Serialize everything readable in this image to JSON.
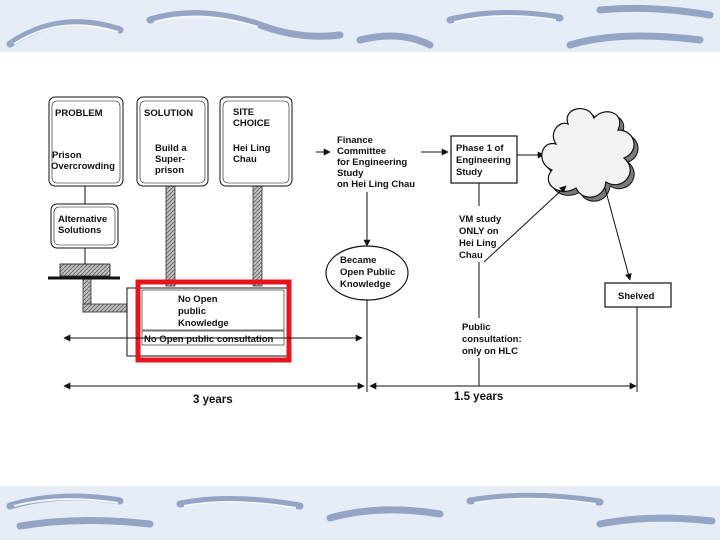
{
  "boxes": {
    "problem": {
      "header": "PROBLEM",
      "body": [
        "Prison",
        "Overcrowding"
      ]
    },
    "solution": {
      "header": "SOLUTION",
      "body": [
        "Build a",
        "Super-",
        "prison"
      ]
    },
    "site": {
      "header": [
        "SITE",
        "CHOICE"
      ],
      "body": [
        "Hei Ling",
        "Chau"
      ]
    },
    "alternative": [
      "Alternative",
      "Solutions"
    ],
    "no_open": [
      "No Open",
      "public",
      "Knowledge"
    ],
    "no_consultation": "No Open public consultation",
    "finance": [
      "Finance",
      "Committee",
      "for Engineering",
      "Study",
      "on Hei Ling Chau"
    ],
    "phase1": [
      "Phase 1 of",
      "Engineering",
      "Study"
    ],
    "became": [
      "Became",
      "Open Public",
      "Knowledge"
    ],
    "vm_study": [
      "VM study",
      "ONLY on",
      "Hei Ling",
      "Chau"
    ],
    "shelved": "Shelved",
    "public_consultation": [
      "Public",
      "consultation:",
      "only on HLC"
    ]
  },
  "timeline": {
    "span1": "3 years",
    "span2": "1.5 years"
  },
  "colors": {
    "highlight": "#e8141b",
    "band": "#c9d6ea",
    "band_stroke": "#7f93b8",
    "cloud_fill": "#f2f2f2"
  }
}
